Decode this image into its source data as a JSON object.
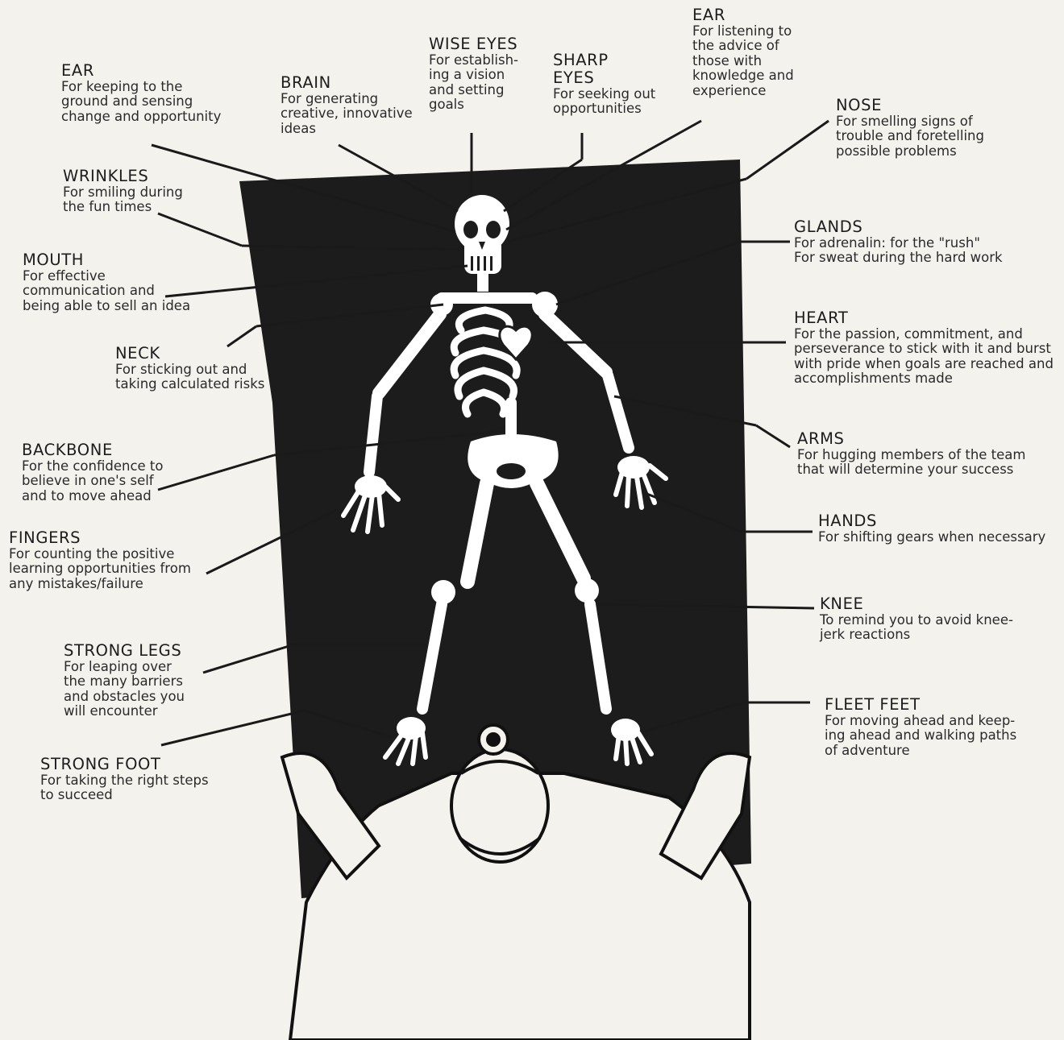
{
  "annotations": {
    "ear_left": {
      "title": "EAR",
      "desc": "For keeping to the\nground and sensing\nchange and opportunity"
    },
    "brain": {
      "title": "BRAIN",
      "desc": "For generating\ncreative, innovative\nideas"
    },
    "wise_eyes": {
      "title": "WISE EYES",
      "desc": "For establish-\ning a vision\nand setting\ngoals"
    },
    "sharp_eyes": {
      "title": "SHARP\nEYES",
      "desc": "For seeking out\nopportunities"
    },
    "ear_right": {
      "title": "EAR",
      "desc": "For listening to\nthe advice of\nthose with\nknowledge and\nexperience"
    },
    "nose": {
      "title": "NOSE",
      "desc": "For smelling signs of\ntrouble and foretelling\npossible problems"
    },
    "wrinkles": {
      "title": "WRINKLES",
      "desc": "For smiling during\nthe fun times"
    },
    "mouth": {
      "title": "MOUTH",
      "desc": "For effective\ncommunication and\nbeing able to sell an idea"
    },
    "neck": {
      "title": "NECK",
      "desc": "For sticking out and\ntaking calculated risks"
    },
    "glands": {
      "title": "GLANDS",
      "desc": "For adrenalin: for the \"rush\"\nFor sweat during the hard work"
    },
    "heart": {
      "title": "HEART",
      "desc": "For the passion, commitment, and\nperseverance to stick with it and burst\nwith pride when goals are reached and\naccomplishments made"
    },
    "backbone": {
      "title": "BACKBONE",
      "desc": "For the confidence to\nbelieve in one's self\nand to move ahead"
    },
    "arms": {
      "title": "ARMS",
      "desc": "For hugging members of the team\nthat will determine your success"
    },
    "fingers": {
      "title": "FINGERS",
      "desc": "For counting the positive\nlearning opportunities from\nany mistakes/failure"
    },
    "hands": {
      "title": "HANDS",
      "desc": "For shifting gears when necessary"
    },
    "knee": {
      "title": "KNEE",
      "desc": "To remind you to avoid knee-\njerk reactions"
    },
    "strong_legs": {
      "title": "STRONG LEGS",
      "desc": "For leaping over\nthe many barriers\nand obstacles you\nwill encounter"
    },
    "fleet_feet": {
      "title": "FLEET FEET",
      "desc": "For moving ahead and keep-\ning ahead and walking paths\nof adventure"
    },
    "strong_foot": {
      "title": "STRONG FOOT",
      "desc": "For taking the right steps\nto succeed"
    }
  },
  "colors": {
    "paper": "#f4f2ed",
    "board": "#1c1c1c",
    "ink": "#222222",
    "bone": "#ffffff"
  }
}
